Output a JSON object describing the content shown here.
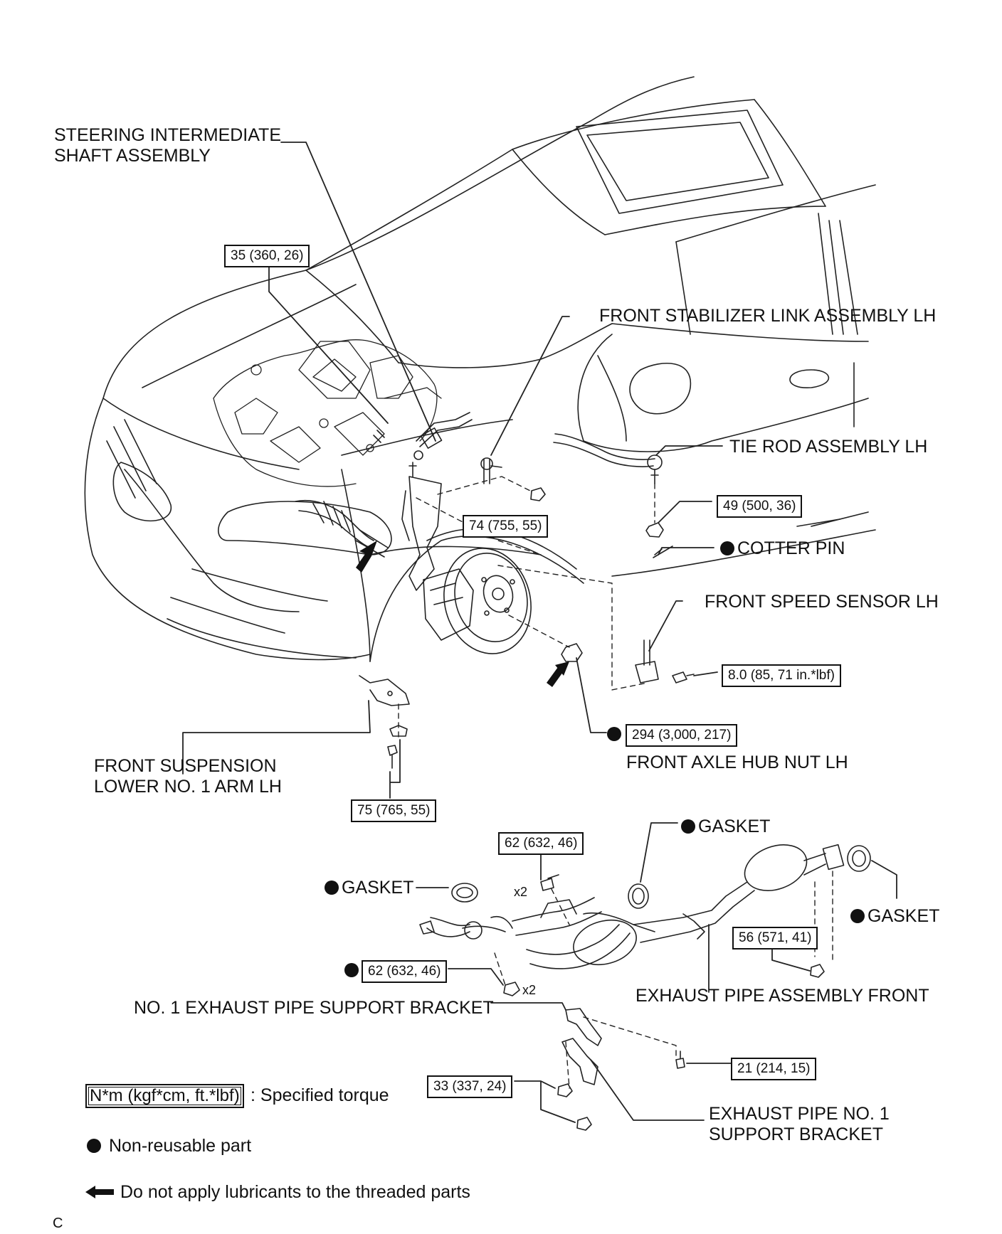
{
  "labels": {
    "steering_shaft": [
      "STEERING INTERMEDIATE",
      "SHAFT ASSEMBLY"
    ],
    "stabilizer_link": "FRONT STABILIZER LINK ASSEMBLY LH",
    "tie_rod": "TIE ROD ASSEMBLY LH",
    "cotter_pin": "COTTER PIN",
    "speed_sensor": "FRONT SPEED SENSOR LH",
    "hub_nut": "FRONT AXLE HUB NUT LH",
    "lower_arm": [
      "FRONT SUSPENSION",
      "LOWER NO. 1 ARM LH"
    ],
    "gasket_top": "GASKET",
    "gasket_left": "GASKET",
    "gasket_right": "GASKET",
    "exhaust_pipe_front": "EXHAUST PIPE ASSEMBLY FRONT",
    "no1_bracket": "NO. 1 EXHAUST PIPE SUPPORT BRACKET",
    "pipe_no1_bracket": [
      "EXHAUST PIPE NO. 1",
      "SUPPORT BRACKET"
    ]
  },
  "torques": {
    "steering": "35 (360, 26)",
    "stabilizer_nut": "74 (755, 55)",
    "tie_rod_nut": "49 (500, 36)",
    "speed_sensor_bolt": "8.0 (85, 71 in.*lbf)",
    "hub_nut": "294 (3,000, 217)",
    "lower_arm": "75 (765, 55)",
    "manifold_bolt": "62 (632, 46)",
    "manifold_nut": "62 (632, 46)",
    "flange_nut": "56 (571, 41)",
    "bracket_bolt": "21 (214, 15)",
    "bracket_nut": "33 (337, 24)"
  },
  "multipliers": {
    "bolt_top": "x2",
    "nut_bottom": "x2"
  },
  "legend": {
    "torque_unit": "N*m (kgf*cm, ft.*lbf)",
    "torque_text": ": Specified torque",
    "nonreusable_text": "Non-reusable part",
    "lubricant_text": "Do not apply lubricants to the threaded parts"
  },
  "corner_mark": "C"
}
